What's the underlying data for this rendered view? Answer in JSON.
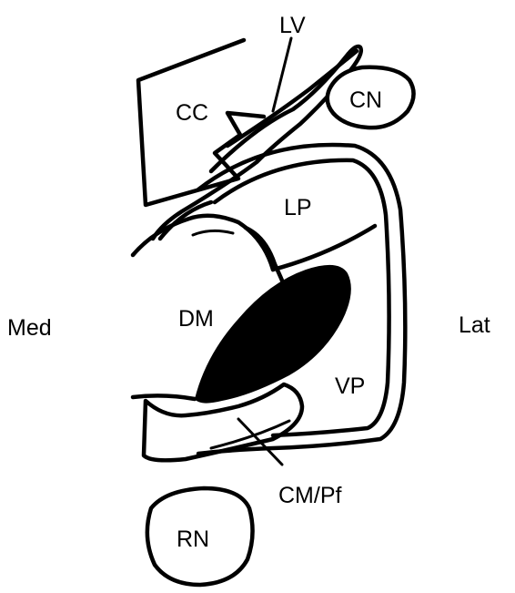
{
  "colors": {
    "ink": "#000000",
    "paper": "#ffffff",
    "lesion": "#000000"
  },
  "labels": {
    "lv": "LV",
    "cc": "CC",
    "cn": "CN",
    "lp": "LP",
    "dm": "DM",
    "med": "Med",
    "lat": "Lat",
    "vp": "VP",
    "cm_pf": "CM/Pf",
    "rn": "RN"
  }
}
